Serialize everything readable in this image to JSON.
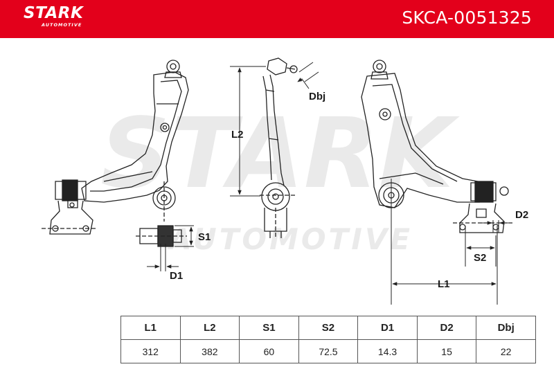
{
  "header": {
    "brand_name": "STARK",
    "brand_tagline": "AUTOMOTIVE",
    "part_number": "SKCA-0051325",
    "brand_color": "#e3001b"
  },
  "watermark": {
    "line1": "STARK",
    "line2": "AUTOMOTIVE"
  },
  "dimension_labels": {
    "dbj": "Dbj",
    "l2": "L2",
    "s1": "S1",
    "d1": "D1",
    "d2": "D2",
    "s2": "S2",
    "l1": "L1"
  },
  "spec_table": {
    "headers": [
      "L1",
      "L2",
      "S1",
      "S2",
      "D1",
      "D2",
      "Dbj"
    ],
    "values": [
      "312",
      "382",
      "60",
      "72.5",
      "14.3",
      "15",
      "22"
    ]
  }
}
